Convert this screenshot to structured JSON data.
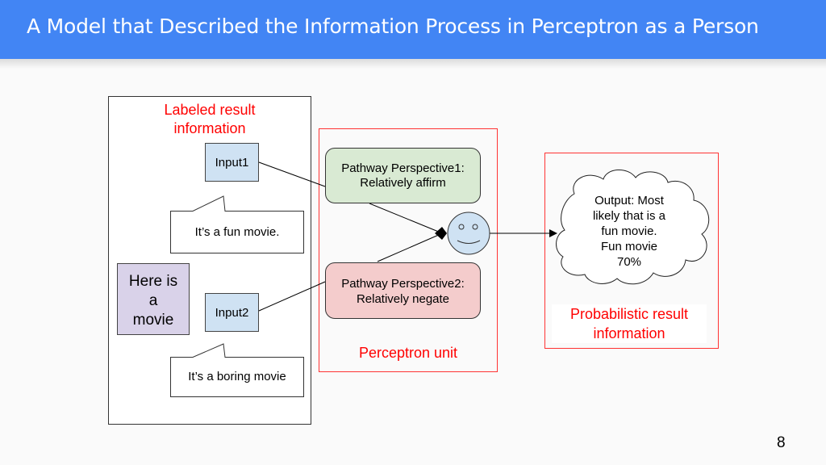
{
  "header": {
    "title": "A Model that Described the Information Process in Perceptron as a Person"
  },
  "page_number": "8",
  "colors": {
    "header_bg": "#4285f4",
    "label_red": "#ff0000",
    "input_fill": "#cfe2f3",
    "movie_fill": "#d9d2e9",
    "affirm_fill": "#d9ead3",
    "negate_fill": "#f4cccc",
    "face_fill": "#cfe2f3"
  },
  "left_panel": {
    "label_line1": "Labeled result",
    "label_line2": "information",
    "input1": "Input1",
    "input2": "Input2",
    "bubble1": "It’s a fun movie.",
    "bubble2": "It’s a boring movie",
    "movie_line1": "Here is",
    "movie_line2": "a",
    "movie_line3": "movie"
  },
  "perceptron": {
    "pathway1_line1": "Pathway Perspective1:",
    "pathway1_line2": "Relatively affirm",
    "pathway2_line1": "Pathway Perspective2:",
    "pathway2_line2": "Relatively negate",
    "label": "Perceptron unit",
    "face_icon": "smiley-face"
  },
  "output": {
    "line1": "Output: Most",
    "line2": "likely that is a",
    "line3": "fun movie.",
    "line4": "Fun movie",
    "line5": "70%",
    "label_line1": "Probabilistic result",
    "label_line2": "information"
  }
}
